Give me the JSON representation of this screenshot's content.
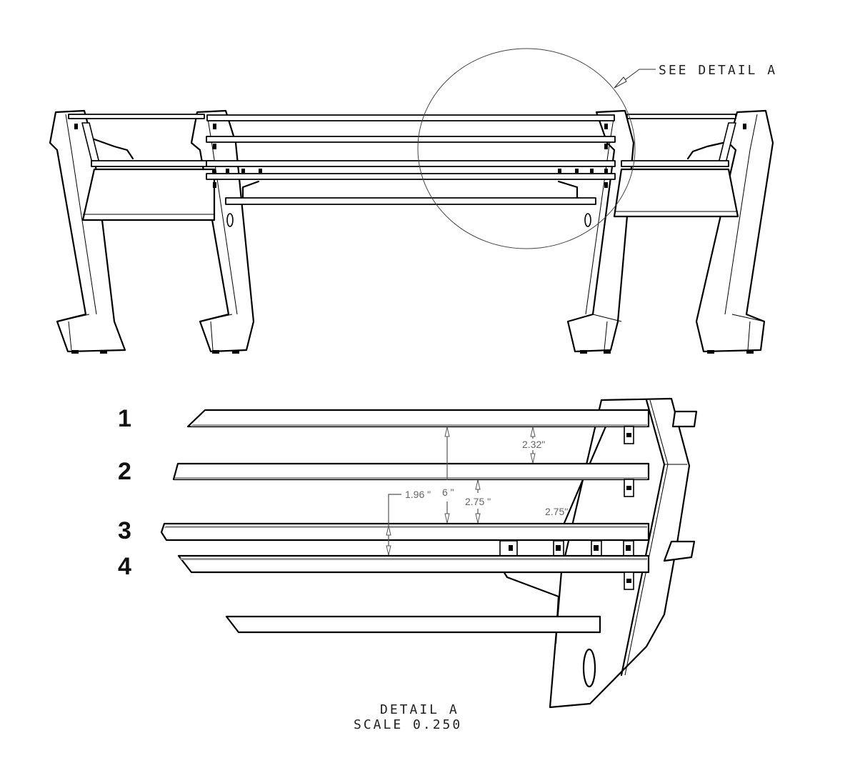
{
  "drawing": {
    "callout": {
      "label": "SEE DETAIL  A"
    },
    "detail": {
      "title": "DETAIL  A",
      "scale": "SCALE  0.250"
    },
    "row_labels": [
      "1",
      "2",
      "3",
      "4"
    ],
    "dimensions": {
      "d_1_2_right": "2.32\"",
      "d_total": "6 \"",
      "d_2_3_center": "2.75 \"",
      "d_2_3_diag": "2.75\"",
      "d_3_4": "1.96 \""
    },
    "line_color": "#000000",
    "dimension_color": "#666666",
    "background": "#ffffff"
  }
}
